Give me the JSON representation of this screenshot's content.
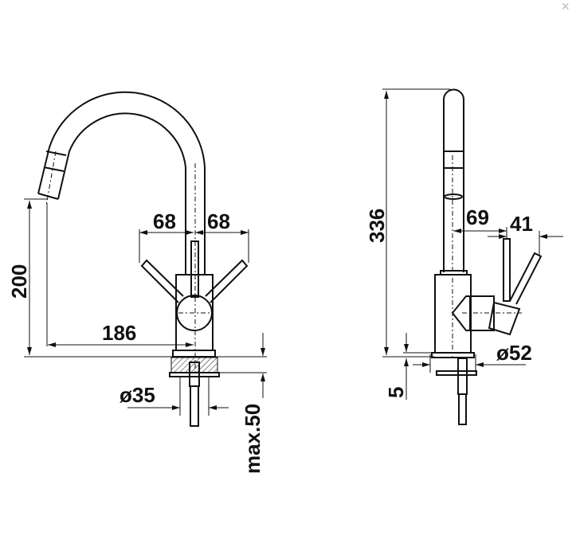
{
  "close_icon": "×",
  "front_view": {
    "dim_handle_left": "68",
    "dim_handle_right": "68",
    "dim_spout_height": "200",
    "dim_spout_reach": "186",
    "dim_hole_diameter": "ø35",
    "dim_max_thickness": "max.50"
  },
  "side_view": {
    "dim_total_height": "336",
    "dim_lever_offset": "69",
    "dim_lever_reach": "41",
    "dim_base_diameter": "ø52",
    "dim_base_height": "5"
  }
}
